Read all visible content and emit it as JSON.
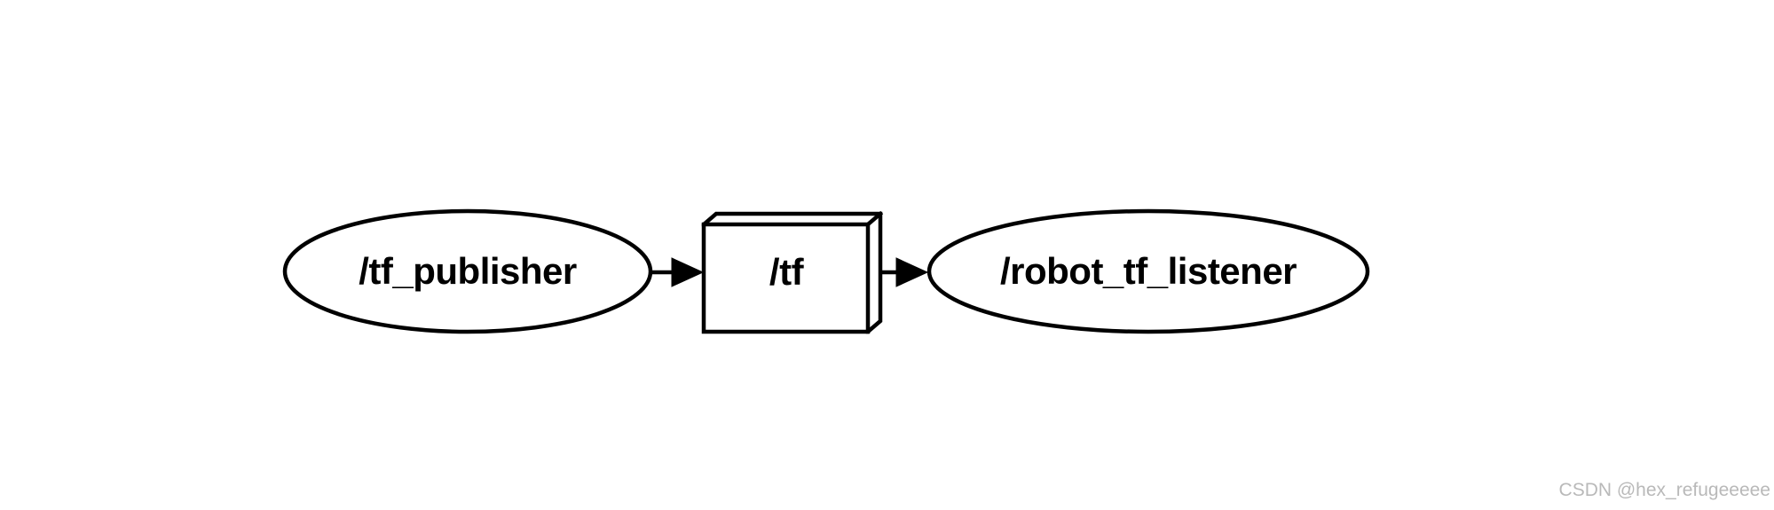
{
  "diagram": {
    "nodes": [
      {
        "id": "tf_publisher",
        "label": "/tf_publisher",
        "shape": "ellipse"
      },
      {
        "id": "tf",
        "label": "/tf",
        "shape": "box3d"
      },
      {
        "id": "robot_tf_listener",
        "label": "/robot_tf_listener",
        "shape": "ellipse"
      }
    ],
    "edges": [
      {
        "from": "tf_publisher",
        "to": "tf"
      },
      {
        "from": "tf",
        "to": "robot_tf_listener"
      }
    ],
    "colors": {
      "stroke": "#000000",
      "node_fill": "#ffffff",
      "background": "#ffffff"
    }
  },
  "watermark": {
    "text": "CSDN @hex_refugeeeee",
    "color": "#b9b9b9"
  }
}
